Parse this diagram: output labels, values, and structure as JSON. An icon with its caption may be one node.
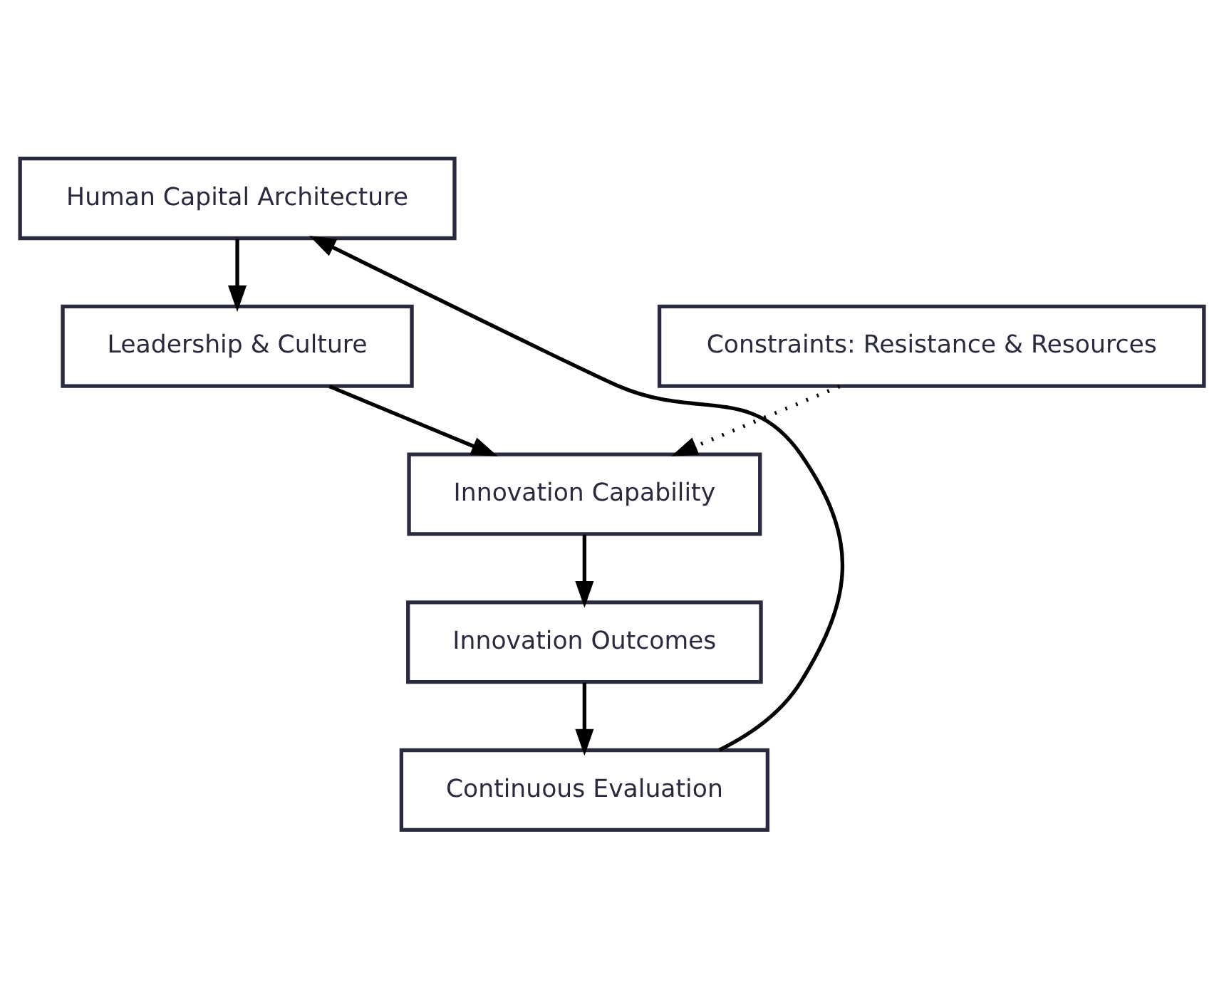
{
  "diagram": {
    "nodes": [
      {
        "text": [
          "Human Capital Architecture"
        ]
      },
      {
        "text": [
          "Leadership & Culture"
        ]
      },
      {
        "text": [
          "Constraints: Resistance & Resources"
        ]
      },
      {
        "text": [
          "Innovation Capability"
        ]
      },
      {
        "text": [
          "Innovation Outcomes"
        ]
      },
      {
        "text": [
          "Continuous Evaluation"
        ]
      }
    ],
    "edges": [
      {
        "from": 0,
        "to": 1,
        "arrow": "to"
      },
      {
        "from": 1,
        "to": 3,
        "arrow": "to"
      },
      {
        "from": 2,
        "to": 3,
        "arrow": "to",
        "style": "dashed"
      },
      {
        "from": 3,
        "to": 4,
        "arrow": "to"
      },
      {
        "from": 4,
        "to": 5,
        "arrow": "to"
      },
      {
        "from": 5,
        "to": 0,
        "arrow": "to"
      }
    ]
  }
}
